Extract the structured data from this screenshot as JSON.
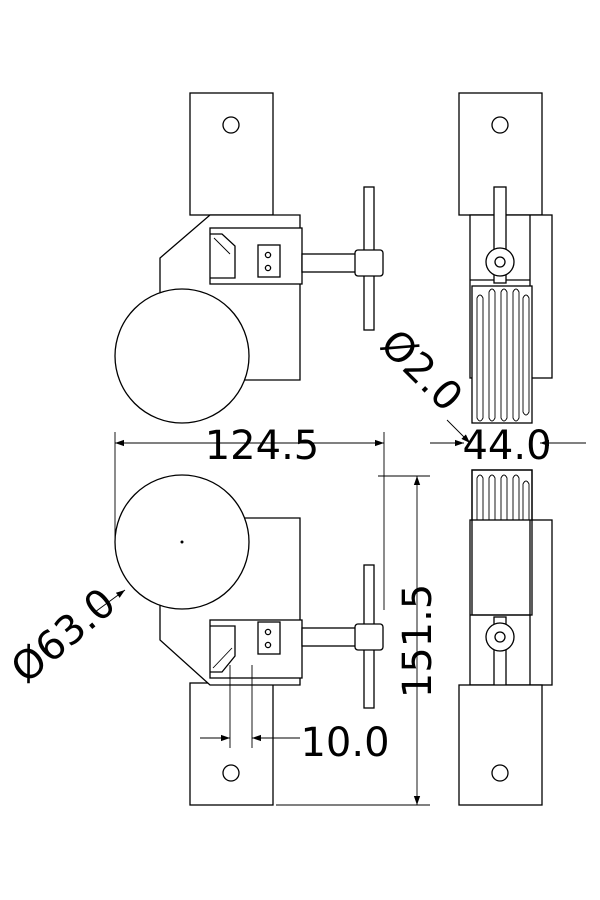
{
  "dimensions": {
    "overall_width": "124.5",
    "overall_height": "151.5",
    "roller_diameter": "Ø63.0",
    "cable_diameter": "Ø2.0",
    "side_width": "44.0",
    "slot_width": "10.0"
  },
  "colors": {
    "line": "#000000",
    "background": "#ffffff"
  }
}
